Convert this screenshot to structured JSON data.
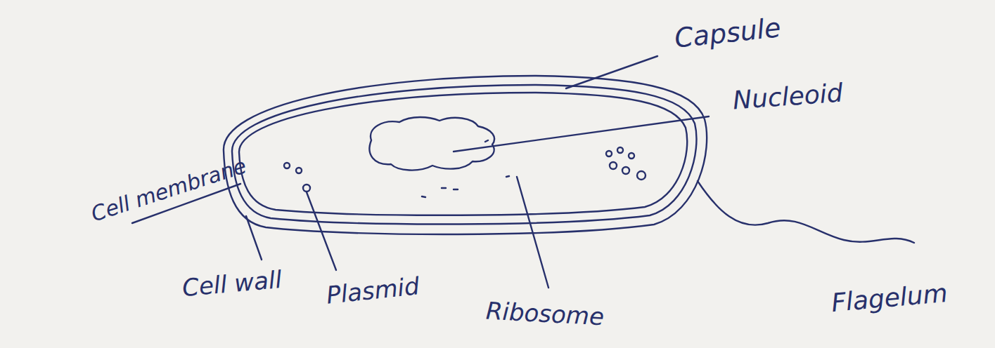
{
  "diagram": {
    "labels": [
      "Capsule",
      "Nucleoid",
      "Cell membrane",
      "Cell wall",
      "Plasmid",
      "Ribosome",
      "Flagelum"
    ]
  }
}
